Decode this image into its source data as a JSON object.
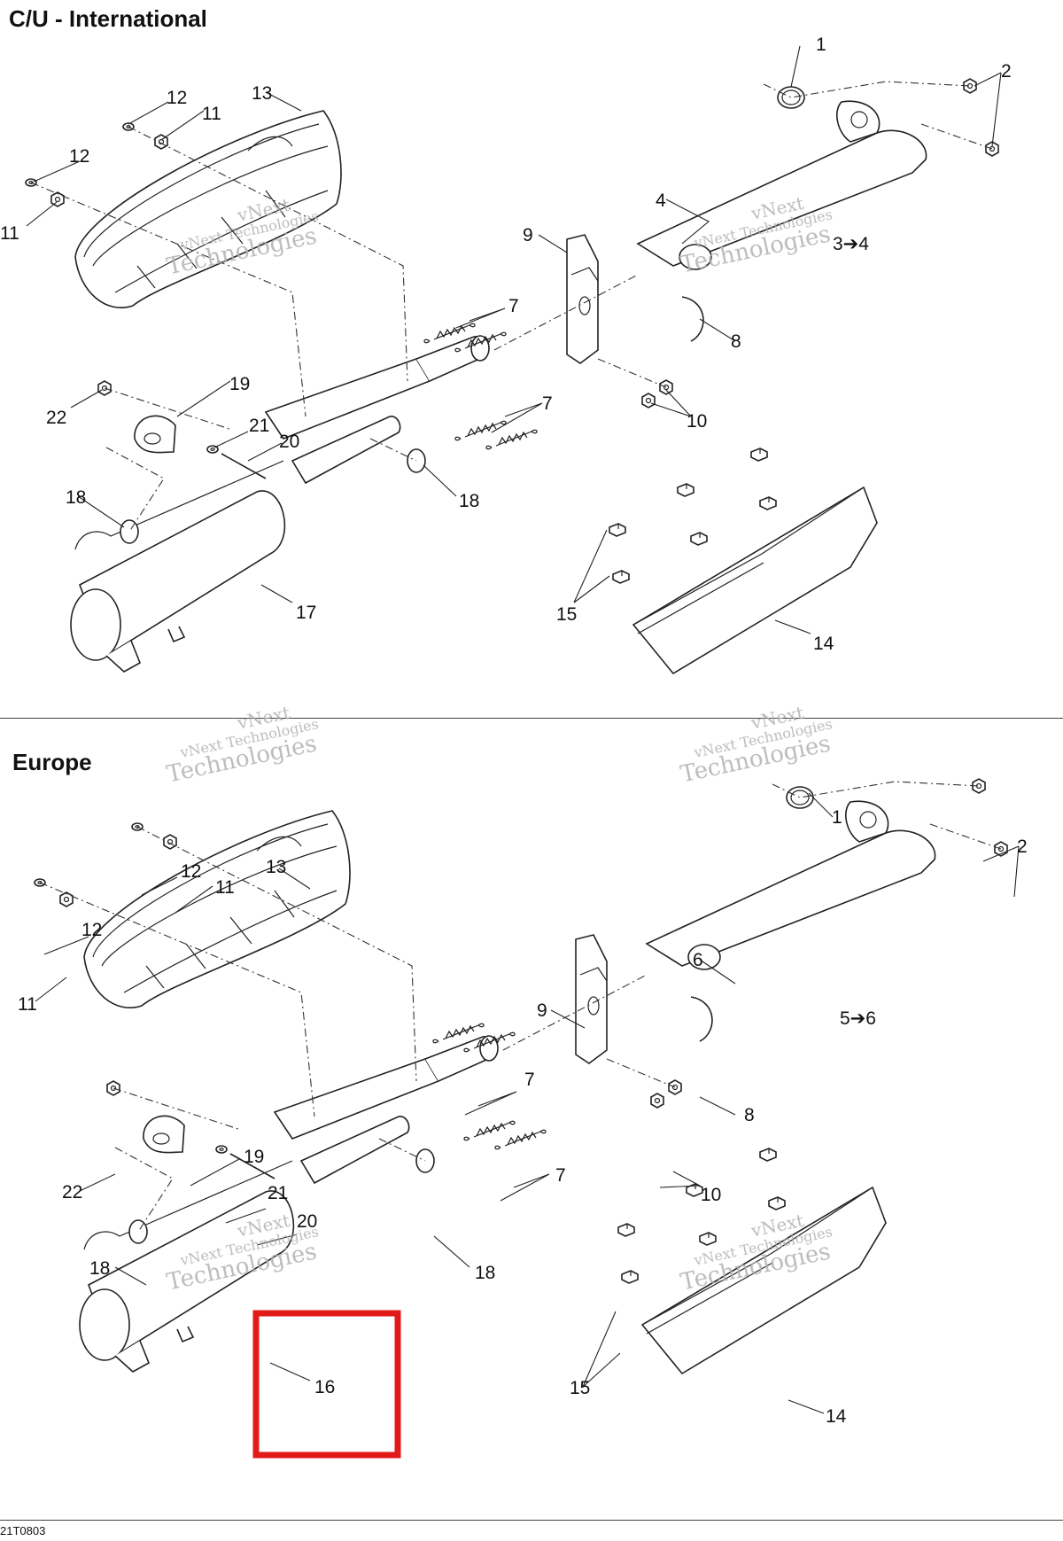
{
  "sections": {
    "top_title": "C/U - International",
    "bottom_title": "Europe"
  },
  "drawing_code": "21T0803",
  "watermark": {
    "line1": "vNext",
    "line2": "vNext Technologies",
    "line3": "Technologies"
  },
  "callouts_top": [
    "1",
    "2",
    "4",
    "9",
    "7",
    "8",
    "10",
    "7",
    "12",
    "11",
    "12",
    "11",
    "13",
    "19",
    "22",
    "21",
    "20",
    "18",
    "18",
    "17",
    "15",
    "14"
  ],
  "callout_top_ref": "3➔4",
  "callouts_bottom": [
    "1",
    "2",
    "6",
    "9",
    "7",
    "8",
    "10",
    "7",
    "12",
    "11",
    "12",
    "11",
    "13",
    "19",
    "22",
    "21",
    "20",
    "18",
    "18",
    "16",
    "15",
    "14"
  ],
  "callout_bottom_ref": "5➔6",
  "highlight": {
    "part": "16",
    "color": "#e11a1a"
  }
}
